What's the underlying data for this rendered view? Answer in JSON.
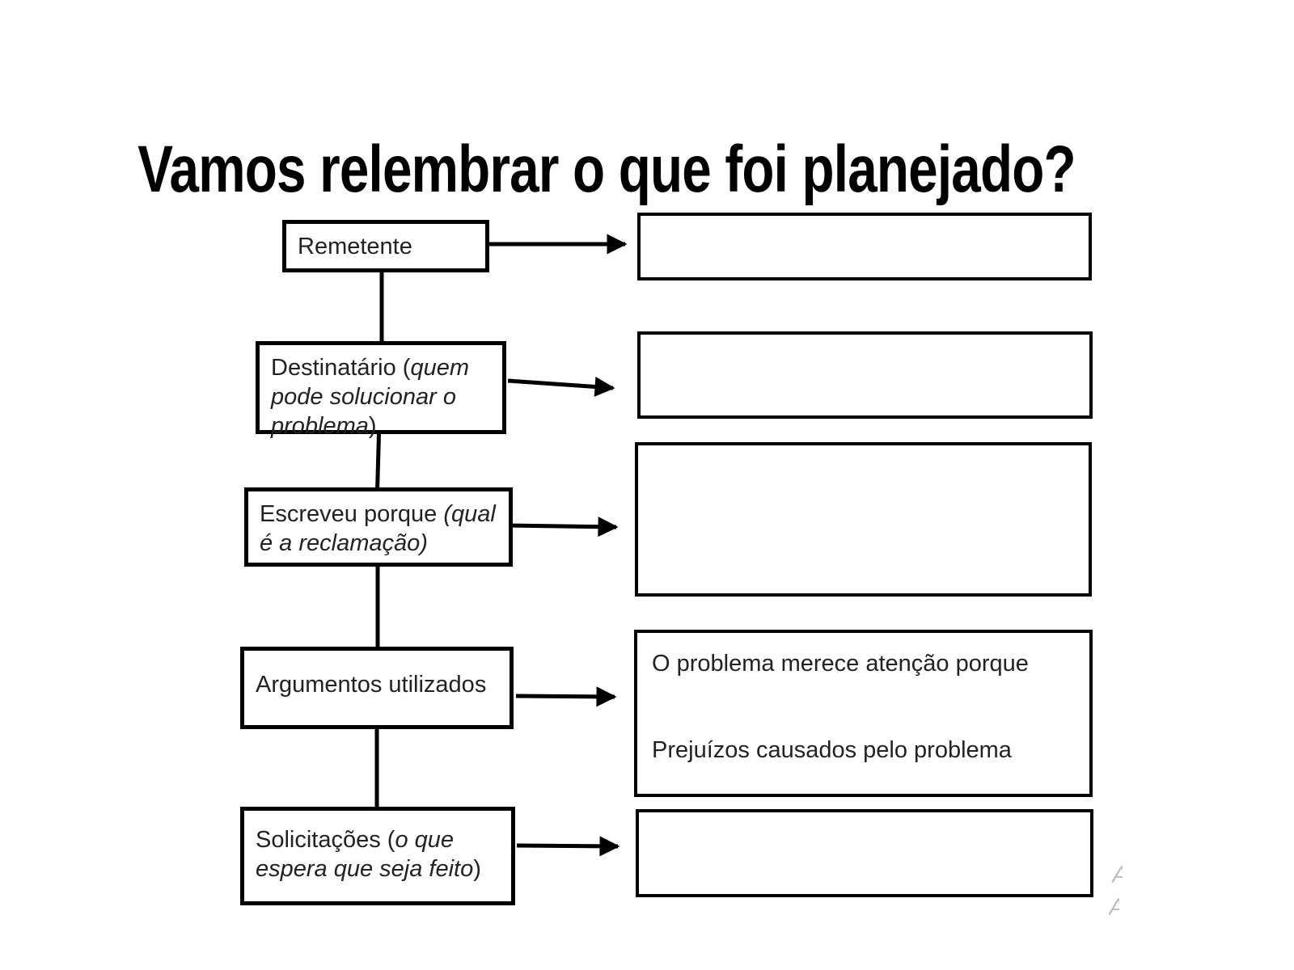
{
  "title": "Vamos relembrar o que foi planejado?",
  "diagram": {
    "nodes": [
      {
        "pre": "Remetente",
        "em": "",
        "post": ""
      },
      {
        "pre": "Destinatário (",
        "em": "quem pode solucionar o problema",
        "post": ")"
      },
      {
        "pre": "Escreveu porque ",
        "em": "(qual é a reclamação)",
        "post": ""
      },
      {
        "pre": "Argumentos utilizados",
        "em": "",
        "post": ""
      },
      {
        "pre": "Solicitações (",
        "em": "o que espera que seja feito",
        "post": ")"
      }
    ],
    "answer_boxes": [
      {
        "text": ""
      },
      {
        "text": ""
      },
      {
        "text": ""
      },
      {
        "line1": "O problema merece atenção porque",
        "line2": "Prejuízos causados pelo problema"
      },
      {
        "text": ""
      }
    ]
  },
  "colors": {
    "ink": "#000000",
    "box_text": "#222222",
    "paper": "#ffffff",
    "faint_artifact": "#bfbfc4"
  },
  "artifacts": {
    "edge_mark_glyph": "A"
  }
}
